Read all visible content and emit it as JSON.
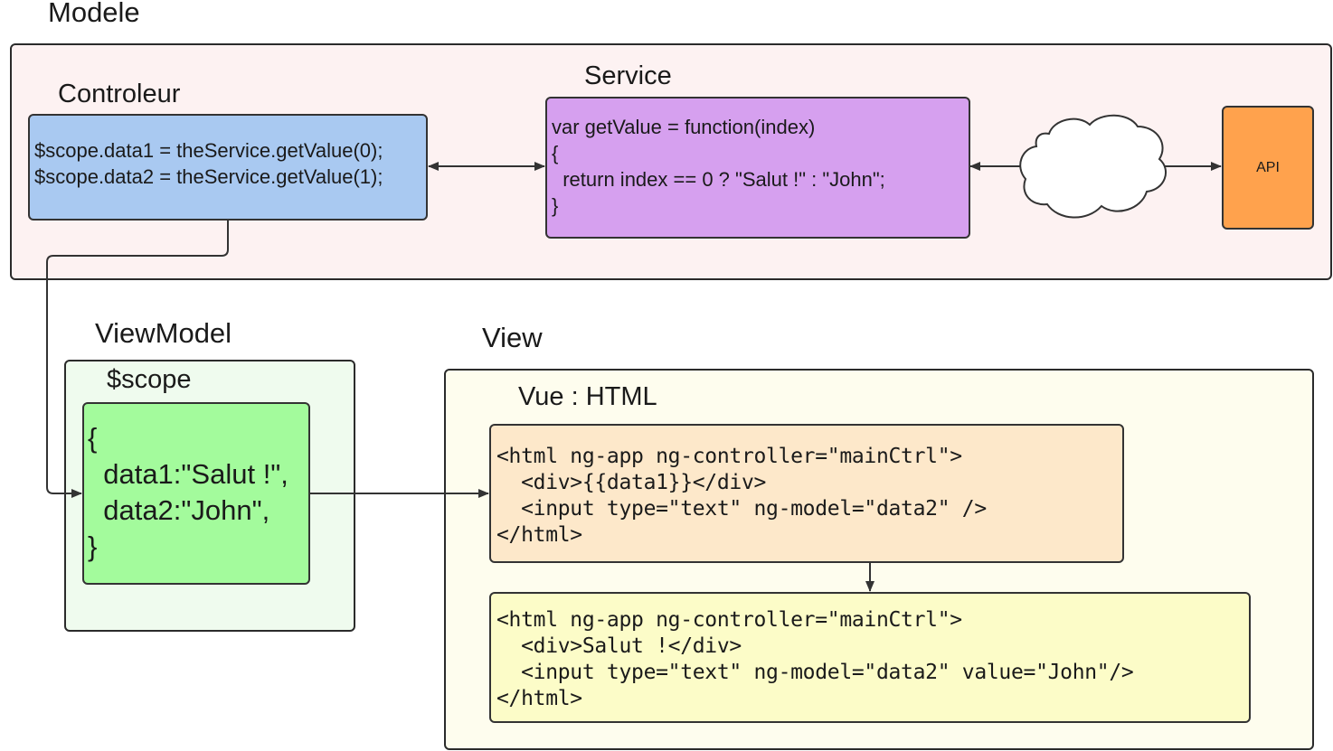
{
  "modele": {
    "title": "Modele",
    "controleur": {
      "title": "Controleur",
      "lines": [
        "$scope.data1 = theService.getValue(0);",
        "$scope.data2 = theService.getValue(1);"
      ]
    },
    "service": {
      "title": "Service",
      "lines": [
        "var getValue = function(index)",
        "{",
        "  return index == 0 ? \"Salut !\" : \"John\";",
        "}"
      ]
    },
    "api": {
      "label": "API"
    }
  },
  "viewmodel": {
    "title": "ViewModel",
    "scope_title": "$scope",
    "lines": [
      "{",
      "  data1:\"Salut !\",",
      "  data2:\"John\",",
      "}"
    ]
  },
  "view": {
    "title": "View",
    "vue_title": "Vue : HTML",
    "template_lines": [
      "<html ng-app ng-controller=\"mainCtrl\">",
      "  <div>{{data1}}</div>",
      "  <input type=\"text\" ng-model=\"data2\" />",
      "</html>"
    ],
    "rendered_lines": [
      "<html ng-app ng-controller=\"mainCtrl\">",
      "  <div>Salut !</div>",
      "  <input type=\"text\" ng-model=\"data2\" value=\"John\"/>",
      "</html>"
    ]
  },
  "colors": {
    "modele_bg": "#fdf2f2",
    "controleur_bg": "#a9c9f1",
    "service_bg": "#d6a0ef",
    "api_bg": "#ffa24d",
    "viewmodel_bg": "#effbee",
    "scope_bg": "#a3fb9c",
    "view_bg": "#fefdee",
    "template_bg": "#fde8ca",
    "rendered_bg": "#fcfcc8"
  }
}
